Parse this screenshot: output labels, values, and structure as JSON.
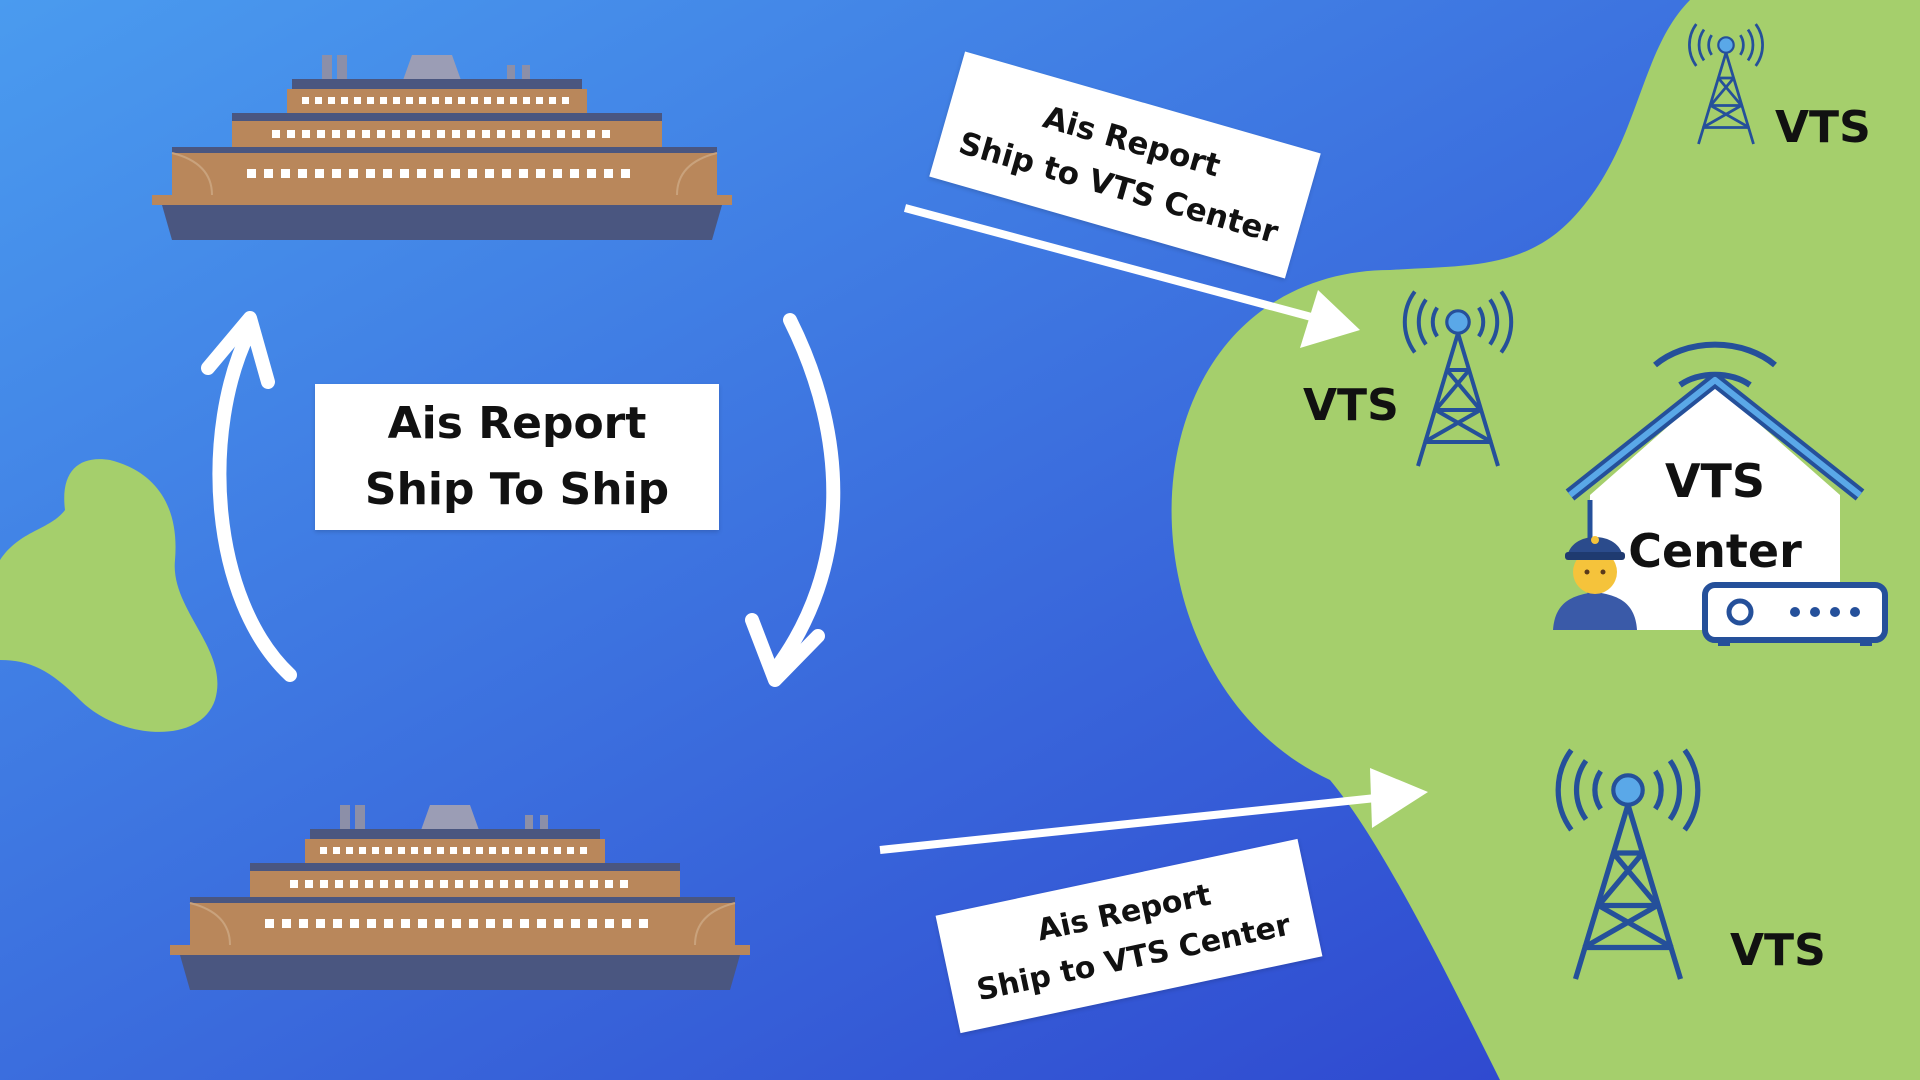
{
  "colors": {
    "sea_top": "#4a9bef",
    "sea_bottom": "#2c40cc",
    "land": "#a5cf6c",
    "hull_brown": "#b9875b",
    "hull_dark": "#4a5680",
    "tower_blue": "#25509a",
    "tower_light": "#5aa8e8"
  },
  "labels": {
    "ship_to_ship": {
      "line1": "Ais Report",
      "line2": "Ship To Ship"
    },
    "top_vts_report": {
      "line1": "Ais Report",
      "line2": "Ship to VTS Center"
    },
    "bottom_vts_report": {
      "line1": "Ais Report",
      "line2": "Ship to VTS Center"
    }
  },
  "stations": {
    "top_right": "VTS",
    "middle_left": "VTS",
    "bottom_right": "VTS",
    "center": {
      "line1": "VTS",
      "line2": "Center"
    }
  },
  "icons": {
    "ship": "ferry-icon",
    "tower": "radio-tower-icon",
    "house": "vts-center-building-icon",
    "officer": "police-officer-icon",
    "router": "router-icon"
  }
}
